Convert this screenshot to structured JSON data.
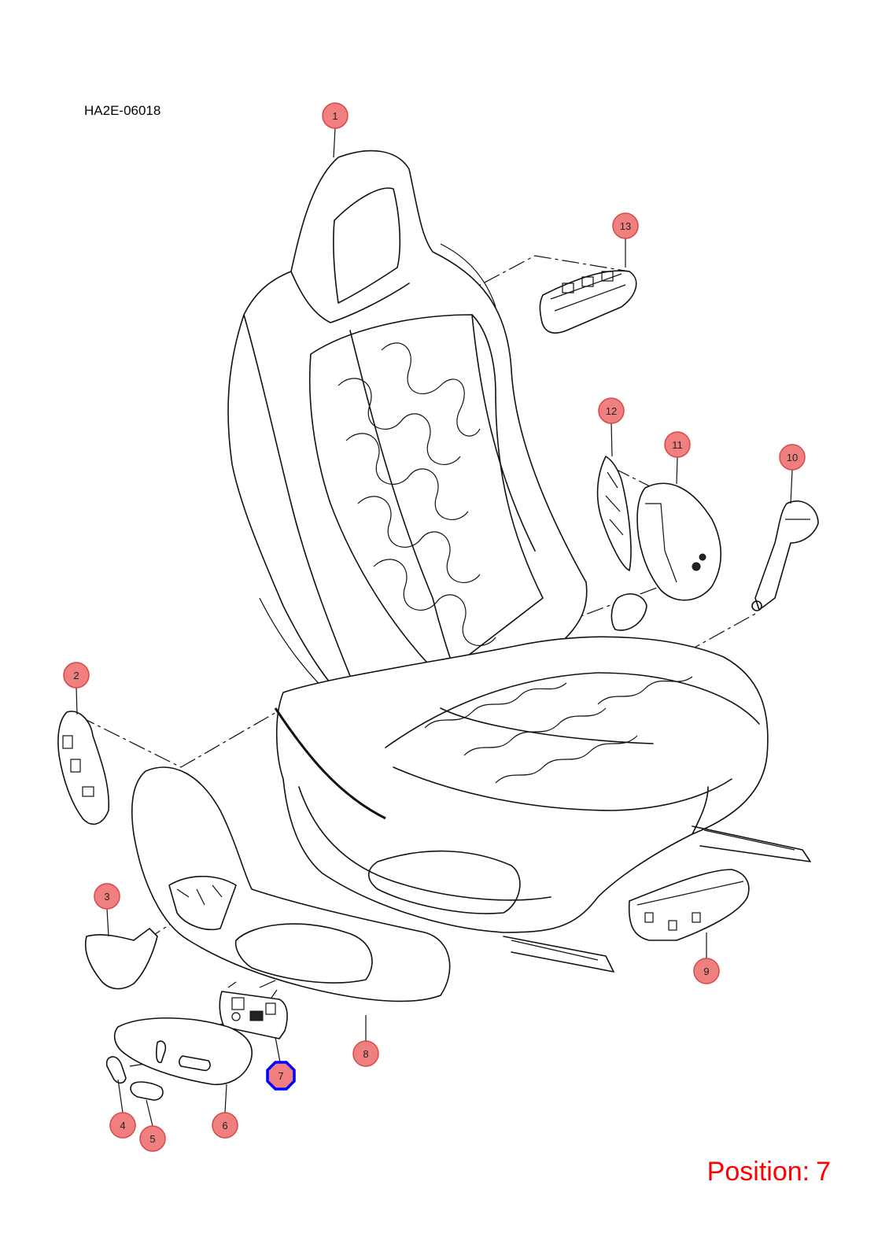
{
  "diagram_code": "HA2E-06018",
  "position": {
    "label": "Position:",
    "value": "7"
  },
  "selected_callout": "7",
  "colors": {
    "callout_fill": "#f08080",
    "callout_stroke": "#d84848",
    "highlight": "#0000ff",
    "position_text": "#ff0000"
  },
  "callouts": [
    {
      "label": "1"
    },
    {
      "label": "2"
    },
    {
      "label": "3"
    },
    {
      "label": "4"
    },
    {
      "label": "5"
    },
    {
      "label": "6"
    },
    {
      "label": "7"
    },
    {
      "label": "8"
    },
    {
      "label": "9"
    },
    {
      "label": "10"
    },
    {
      "label": "11"
    },
    {
      "label": "12"
    },
    {
      "label": "13"
    }
  ]
}
